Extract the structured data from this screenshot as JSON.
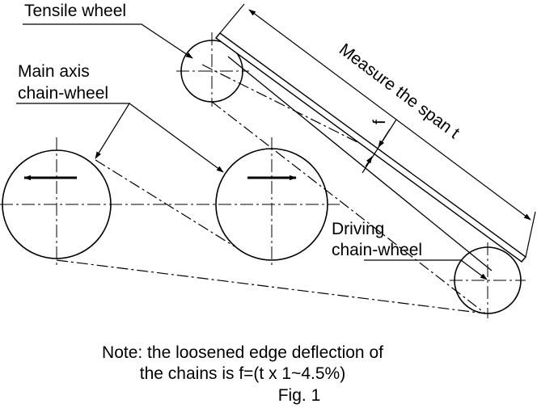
{
  "labels": {
    "tensile_wheel": "Tensile wheel",
    "main_axis_line1": "Main axis",
    "main_axis_line2": "chain-wheel",
    "measure_span": "Measure the span t",
    "deflection_symbol": "f",
    "driving_line1": "Driving",
    "driving_line2": "chain-wheel"
  },
  "note": {
    "line1": "Note: the loosened edge deflection of",
    "line2": "the chains is f=(t x 1~4.5%)",
    "figure": "Fig. 1"
  }
}
